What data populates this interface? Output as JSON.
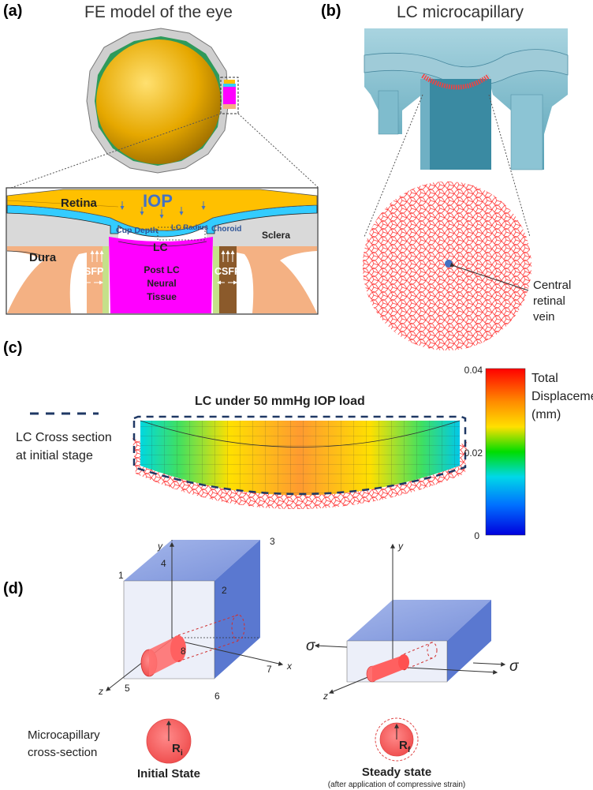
{
  "panel_a": {
    "letter": "(a)",
    "title": "FE model of the eye",
    "labels": {
      "retina": "Retina",
      "iop": "IOP",
      "cup_depth": "Cup Depth",
      "lc_radius": "LC Radius",
      "choroid": "Choroid",
      "sclera": "Sclera",
      "dura": "Dura",
      "lc": "LC",
      "csfp_left": "CSFP",
      "csfp_right": "CSFP",
      "post_lc": "Post LC",
      "neural": "Neural",
      "tissue": "Tissue"
    }
  },
  "panel_b": {
    "letter": "(b)",
    "title": "LC microcapillary",
    "vein_label_1": "Central",
    "vein_label_2": "retinal",
    "vein_label_3": "vein"
  },
  "panel_c": {
    "letter": "(c)",
    "title": "LC under 50 mmHg IOP load",
    "legend_line1": "LC Cross section",
    "legend_line2": "at initial stage",
    "colorbar": {
      "title_line1": "Total",
      "title_line2": "Displacement",
      "title_line3": "(mm)",
      "ticks": [
        "0.04",
        "0.02",
        "0"
      ]
    }
  },
  "panel_d": {
    "letter": "(d)",
    "axes": {
      "y": "y",
      "x": "x",
      "z": "z"
    },
    "vertices": [
      "1",
      "2",
      "3",
      "4",
      "5",
      "6",
      "7",
      "8"
    ],
    "sigma": "σ",
    "side_label_1": "Microcapillary",
    "side_label_2": "cross-section",
    "ri_main": "R",
    "ri_sub": "i",
    "rf_main": "R",
    "rf_sub": "f",
    "initial_state": "Initial State",
    "steady_state": "Steady state",
    "steady_note": "(after application of compressive strain)"
  },
  "colors": {
    "yellow": "#ffc000",
    "magenta": "#ff00ff",
    "cyan": "#33ccff",
    "orange": "#f4b183",
    "gray": "#d9d9d9",
    "blue_label": "#4472c4",
    "red_mesh": "#ff3b3b"
  }
}
